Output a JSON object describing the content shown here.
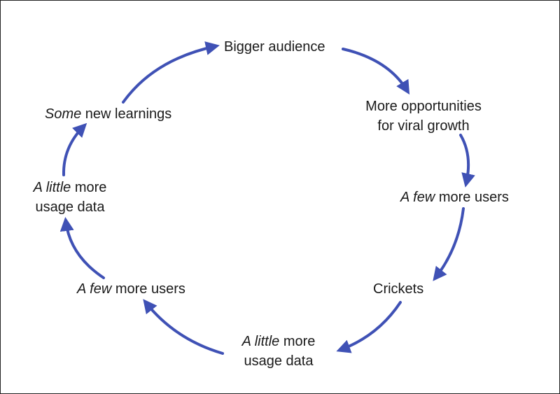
{
  "diagram": {
    "arrow_color": "#3f51b5",
    "nodes": {
      "bigger_audience": {
        "line1": "Bigger audience"
      },
      "more_opportunities": {
        "line1": "More opportunities",
        "line2": "for viral growth"
      },
      "few_more_users_right": {
        "em": "A few",
        "rest": " more users"
      },
      "crickets": {
        "line1": "Crickets"
      },
      "little_more_bottom": {
        "em": "A little",
        "rest": " more",
        "line2": "usage data"
      },
      "few_more_users_left": {
        "em": "A few",
        "rest": " more users"
      },
      "little_more_left": {
        "em": "A little",
        "rest": " more",
        "line2": "usage data"
      },
      "some_new_learnings": {
        "em": "Some",
        "rest": " new learnings"
      }
    }
  }
}
